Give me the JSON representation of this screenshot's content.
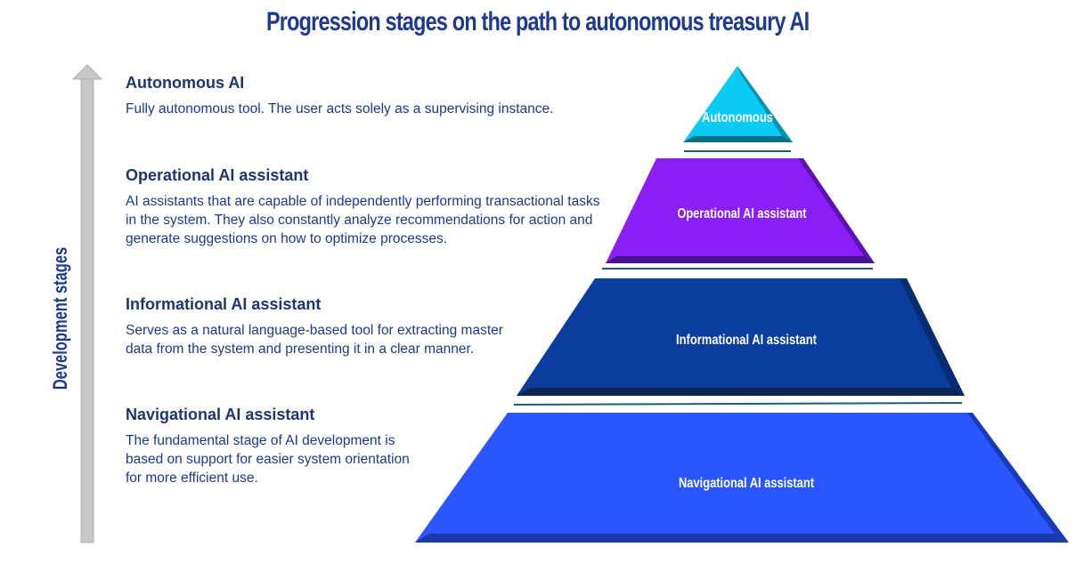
{
  "title": "Progression stages on the path to autonomous treasury AI",
  "axis_label": "Development stages",
  "stages": [
    {
      "heading": "Autonomous AI",
      "description": "Fully autonomous tool. The user acts solely as a supervising instance."
    },
    {
      "heading": "Operational AI assistant",
      "description": "AI assistants that are capable of independently performing transactional tasks in the system. They also constantly analyze recommendations for action and generate suggestions on how to optimize processes."
    },
    {
      "heading": "Informational AI assistant",
      "description": "Serves as a natural language-based tool for extracting master data from the system and presenting it in a clear manner."
    },
    {
      "heading": "Navigational AI assistant",
      "description": "The fundamental stage of AI development is based on support for easier system orientation for more efficient use."
    }
  ],
  "pyramid": [
    {
      "label": "Autonomous",
      "color": "#0ccbf2"
    },
    {
      "label": "Operational AI assistant",
      "color": "#8a1ff5"
    },
    {
      "label": "Informational AI assistant",
      "color": "#0a3d9e"
    },
    {
      "label": "Navigational AI assistant",
      "color": "#2a55ff"
    }
  ]
}
